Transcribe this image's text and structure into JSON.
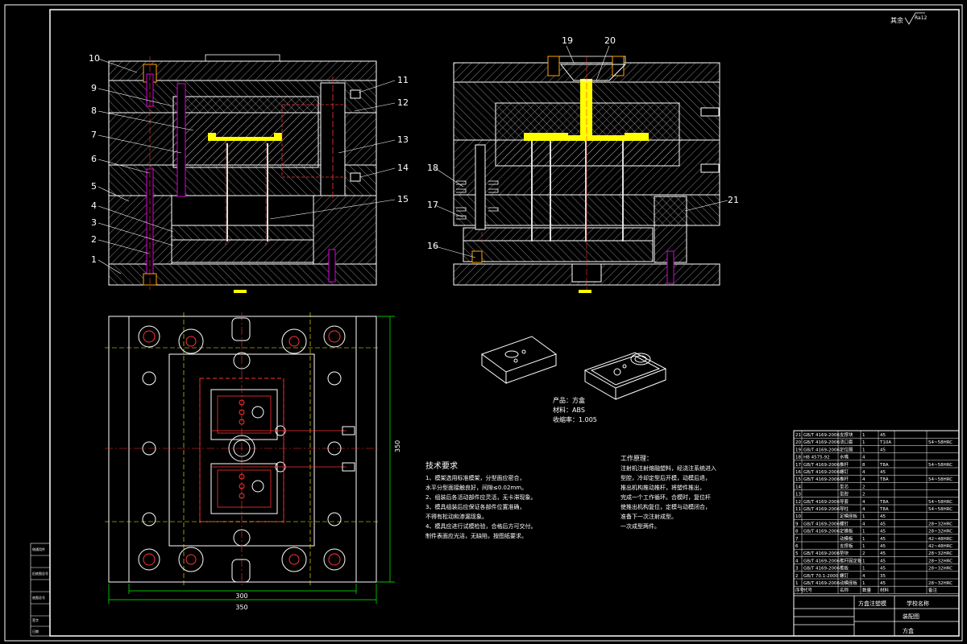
{
  "roughness": {
    "label": "其余",
    "value": "Ra12"
  },
  "left_section_callouts": [
    "1",
    "2",
    "3",
    "4",
    "5",
    "6",
    "7",
    "8",
    "9",
    "10",
    "11",
    "12",
    "13",
    "14",
    "15"
  ],
  "right_section_callouts": [
    "16",
    "17",
    "18",
    "19",
    "20",
    "21"
  ],
  "dimensions": {
    "plan_width": "350",
    "inner_width": "300",
    "height": "350"
  },
  "product_info": {
    "line1": "产品：方盒",
    "line2": "材料：ABS",
    "line3": "收缩率：1.005"
  },
  "tech_requirements": {
    "title": "技术要求",
    "lines": [
      "1、模架选用标准模架，分型面应密合，",
      "水平分型面接触良好，间隙≤0.02mm。",
      "2、组装后各活动部件应灵活，无卡滞现象。",
      "3、模具组装后应保证各部件位置准确，",
      "不得有松动和渗漏现象。",
      "4、模具应进行试模检验，合格后方可交付。",
      "制件表面应光洁，无缺陷，按图纸要求。"
    ]
  },
  "work_principle": {
    "title": "工作原理：",
    "lines": [
      "注射机注射熔融塑料，经浇注系统进入",
      "型腔，冷却定型后开模，动模后退，",
      "推出机构推动推杆，将塑件推出，",
      "完成一个工作循环。合模时，复位杆",
      "使推出机构复位，定模与动模闭合，",
      "准备下一次注射成型。",
      "一次成型两件。"
    ]
  },
  "bom_rows": [
    {
      "no": "21",
      "std": "GB/T 4169-2006",
      "name": "支撑块",
      "qty": "1",
      "mat": "45",
      "note": ""
    },
    {
      "no": "20",
      "std": "GB/T 4169-2006",
      "name": "浇口套",
      "qty": "1",
      "mat": "T10A",
      "note": "54~58HRC"
    },
    {
      "no": "19",
      "std": "GB/T 4169-2006",
      "name": "定位圈",
      "qty": "1",
      "mat": "45",
      "note": ""
    },
    {
      "no": "18",
      "std": "HB 4575-92",
      "name": "水嘴",
      "qty": "4",
      "mat": "",
      "note": ""
    },
    {
      "no": "17",
      "std": "GB/T 4169-2006",
      "name": "推杆",
      "qty": "8",
      "mat": "T8A",
      "note": "54~58HRC"
    },
    {
      "no": "16",
      "std": "GB/T 4169-2006",
      "name": "螺钉",
      "qty": "4",
      "mat": "45",
      "note": ""
    },
    {
      "no": "15",
      "std": "GB/T 4169-2006",
      "name": "推杆",
      "qty": "4",
      "mat": "T8A",
      "note": "54~58HRC"
    },
    {
      "no": "14",
      "std": "",
      "name": "型芯",
      "qty": "2",
      "mat": "",
      "note": ""
    },
    {
      "no": "13",
      "std": "",
      "name": "型腔",
      "qty": "2",
      "mat": "",
      "note": ""
    },
    {
      "no": "12",
      "std": "GB/T 4169-2006",
      "name": "导套",
      "qty": "4",
      "mat": "T8A",
      "note": "54~58HRC"
    },
    {
      "no": "11",
      "std": "GB/T 4169-2006",
      "name": "导柱",
      "qty": "4",
      "mat": "T8A",
      "note": "54~58HRC"
    },
    {
      "no": "10",
      "std": "",
      "name": "定模座板",
      "qty": "1",
      "mat": "45",
      "note": ""
    },
    {
      "no": "9",
      "std": "GB/T 4169-2006",
      "name": "螺钉",
      "qty": "4",
      "mat": "45",
      "note": "28~32HRC"
    },
    {
      "no": "8",
      "std": "GB/T 4169-2006",
      "name": "定模板",
      "qty": "1",
      "mat": "45",
      "note": "28~32HRC"
    },
    {
      "no": "7",
      "std": "",
      "name": "动模板",
      "qty": "1",
      "mat": "45",
      "note": "42~48HRC"
    },
    {
      "no": "6",
      "std": "",
      "name": "支撑板",
      "qty": "1",
      "mat": "45",
      "note": "42~48HRC"
    },
    {
      "no": "5",
      "std": "GB/T 4169-2006",
      "name": "垫块",
      "qty": "2",
      "mat": "45",
      "note": "28~32HRC"
    },
    {
      "no": "4",
      "std": "GB/T 4169-2006",
      "name": "推杆固定板",
      "qty": "1",
      "mat": "45",
      "note": "28~32HRC"
    },
    {
      "no": "3",
      "std": "GB/T 4169-2006",
      "name": "推板",
      "qty": "1",
      "mat": "45",
      "note": "28~32HRC"
    },
    {
      "no": "2",
      "std": "GB/T 70.1-2000",
      "name": "螺钉",
      "qty": "4",
      "mat": "35",
      "note": ""
    },
    {
      "no": "1",
      "std": "GB/T 4169-2006",
      "name": "动模座板",
      "qty": "1",
      "mat": "45",
      "note": "28~32HRC"
    }
  ],
  "bom_header": {
    "no": "序号",
    "std": "代号",
    "name": "名称",
    "qty": "数量",
    "mat": "材料",
    "note": "备注"
  },
  "title_block": {
    "drawing_name": "方盒注塑模",
    "school": "学校名称",
    "sheet": "装配图",
    "scale": "方盒"
  },
  "left_strip": [
    "借通用件",
    "",
    "旧底图总号",
    "",
    "底图总号",
    "",
    "签字",
    "日期"
  ]
}
